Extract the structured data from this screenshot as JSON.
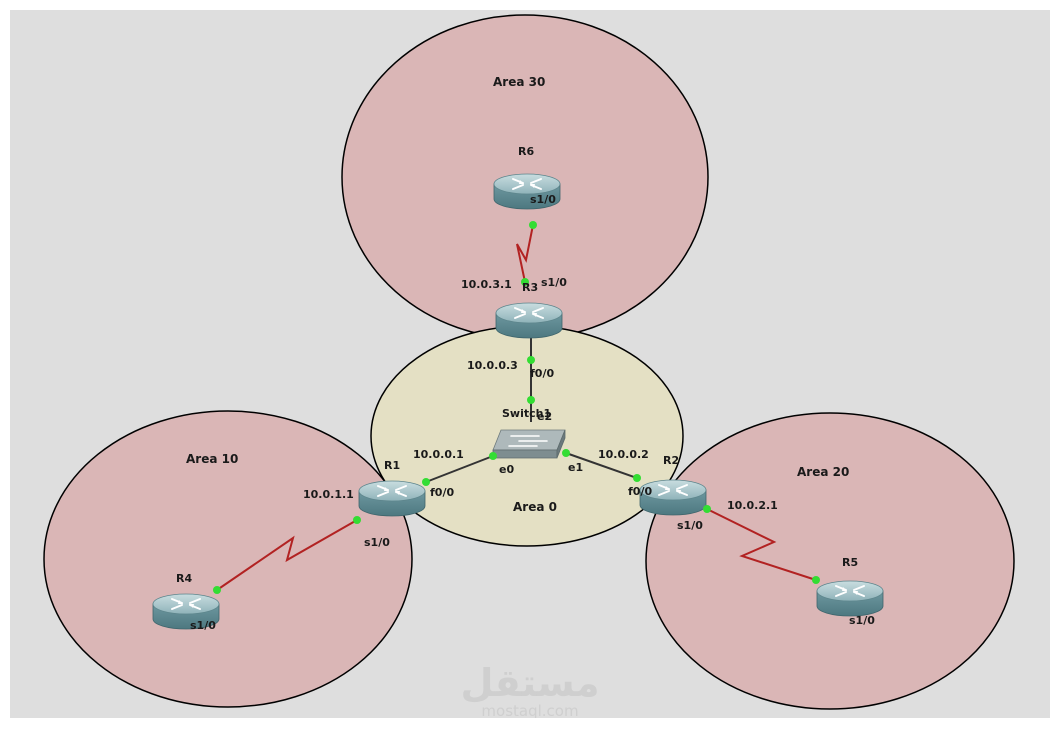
{
  "areas": {
    "area30": "Area 30",
    "area10": "Area 10",
    "area20": "Area 20",
    "area0": "Area 0"
  },
  "devices": {
    "r1": "R1",
    "r2": "R2",
    "r3": "R3",
    "r4": "R4",
    "r5": "R5",
    "r6": "R6",
    "switch": "Switch1"
  },
  "interfaces": {
    "r6_s10": "s1/0",
    "r3_s10": "s1/0",
    "r3_f00": "f0/0",
    "r1_f00": "f0/0",
    "r1_s10": "s1/0",
    "r2_f00": "f0/0",
    "r2_s10": "s1/0",
    "r4_s10": "s1/0",
    "r5_s10": "s1/0",
    "sw_e0": "e0",
    "sw_e1": "e1",
    "sw_e2": "e2"
  },
  "addresses": {
    "r3_s10": "10.0.3.1",
    "r3_f00": "10.0.0.3",
    "r1_f00": "10.0.0.1",
    "r2_f00": "10.0.0.2",
    "r1_s10": "10.0.1.1",
    "r2_s10": "10.0.2.1"
  },
  "watermark": {
    "arabic": "مستقل",
    "latin": "mostaql.com"
  },
  "colors": {
    "ospf_area": "#dab6b6",
    "backbone_area": "#e4e0c4",
    "serial_link": "#b22222",
    "ethernet_link": "#333333",
    "port_dot": "#33dd33",
    "router_body": "#6f9aa3"
  }
}
